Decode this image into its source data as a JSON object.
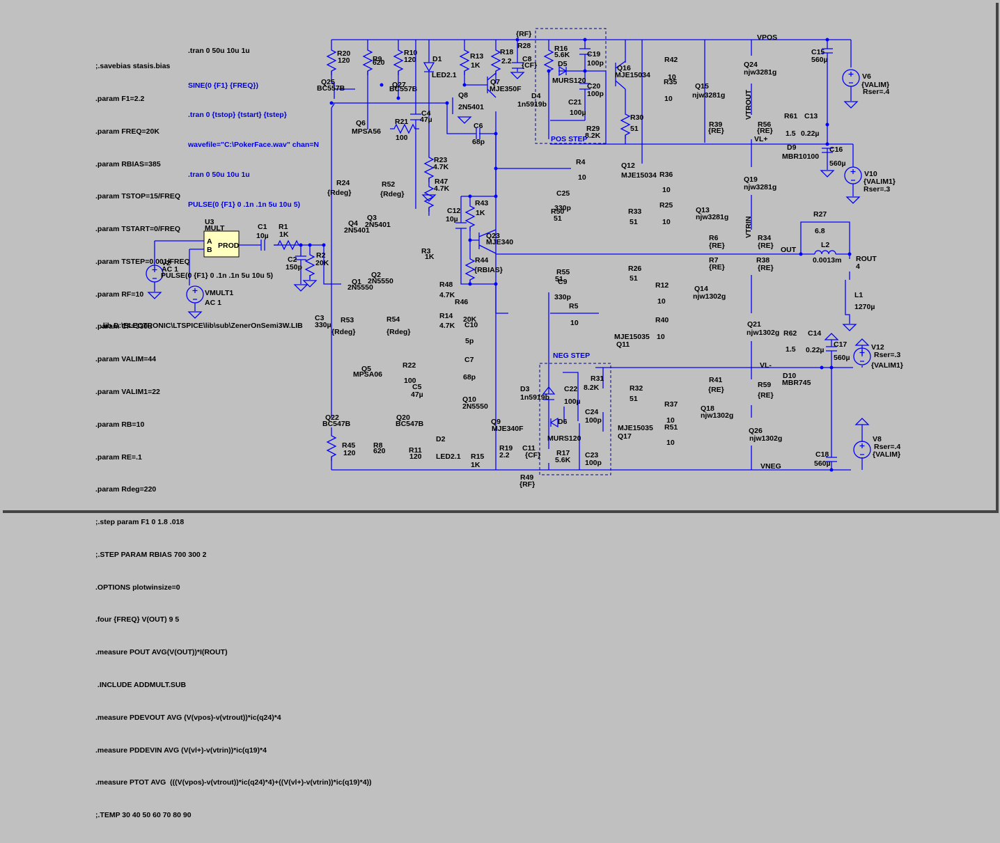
{
  "app": "LTspice schematic editor",
  "directives": [
    ";.savebias stasis.bias",
    ".param F1=2.2",
    ".param FREQ=20K",
    ".param RBIAS=385",
    ".param TSTOP=15/FREQ",
    ".param TSTART=0/FREQ",
    ".param TSTEP=0.001/FREQ",
    ".param RF=10",
    ".param CF=330u",
    ".param VALIM=44",
    ".param VALIM1=22",
    ".param RB=10",
    ".param RE=.1",
    ".param Rdeg=220",
    ";.step param F1 0 1.8 .018",
    ";.STEP PARAM RBIAS 700 300 2",
    ".OPTIONS plotwinsize=0",
    ".four {FREQ} V(OUT) 9 5",
    ".measure POUT AVG(V(OUT))*I(ROUT)",
    " .INCLUDE ADDMULT.SUB",
    ".measure PDEVOUT AVG (V(vpos)-v(vtrout))*ic(q24)*4",
    ".measure PDDEVIN AVG (V(vl+)-v(vtrin))*ic(q19)*4",
    ".measure PTOT AVG  (((V(vpos)-v(vtrout))*ic(q24)*4)+((V(vl+)-v(vtrin))*ic(q19)*4))",
    ";.TEMP 30 40 50 60 70 80 90"
  ],
  "tran_directive": ".tran 0 50u 10u 1u",
  "comments": [
    "SINE(0 {F1} {FREQ})",
    ".tran 0 {tstop} {tstart} {tstep}",
    "wavefile=\"C:\\PokerFace.wav\" chan=N",
    ".tran 0 50u 10u 1u",
    "PULSE(0 {F1} 0 .1n .1n 5u 10u 5)"
  ],
  "lib_directive": ".lib D:\\ELECTRONIC\\LTSPICE\\lib\\sub\\ZenerOnSemi3W.LIB",
  "regions": {
    "pos_step": "POS STEP",
    "neg_step": "NEG STEP"
  },
  "nets": {
    "vpos": "VPOS",
    "vneg": "VNEG",
    "vlplus": "VL+",
    "vlminus": "VL-",
    "vtrout": "VTROUT",
    "vtrin": "VTRIN",
    "out": "OUT"
  },
  "multiplier": {
    "ref": "U3",
    "model": "MULT",
    "pin_a": "A",
    "pin_b": "B",
    "output": "PROD"
  },
  "sources": {
    "V2": {
      "ref": "V2",
      "value": "AC 1",
      "spec": "PULSE(0 {F1} 0 .1n .1n 5u 10u 5)"
    },
    "VMULT1": {
      "ref": "VMULT1",
      "value": "AC 1"
    },
    "V6": {
      "ref": "V6",
      "value": "{VALIM}",
      "rser": "Rser=.4"
    },
    "V10": {
      "ref": "V10",
      "value": "{VALIM1}",
      "rser": "Rser=.3"
    },
    "V12": {
      "ref": "V12",
      "value": "{VALIM1}",
      "rser": "Rser=.3"
    },
    "V8": {
      "ref": "V8",
      "value": "{VALIM}",
      "rser": "Rser=.4"
    }
  },
  "resistors": {
    "R1": {
      "ref": "R1",
      "value": "1K"
    },
    "R2": {
      "ref": "R2",
      "value": "20K"
    },
    "R3": {
      "ref": "R3",
      "value": "1K"
    },
    "R4": {
      "ref": "R4",
      "value": "10"
    },
    "R5": {
      "ref": "R5",
      "value": "10"
    },
    "R6": {
      "ref": "R6",
      "value": "{RE}"
    },
    "R7": {
      "ref": "R7",
      "value": "{RE}"
    },
    "R8": {
      "ref": "R8",
      "value": "620"
    },
    "R9": {
      "ref": "R9",
      "value": "620"
    },
    "R10": {
      "ref": "R10",
      "value": "120"
    },
    "R11": {
      "ref": "R11",
      "value": "120"
    },
    "R12": {
      "ref": "R12",
      "value": "10"
    },
    "R13": {
      "ref": "R13",
      "value": "1K"
    },
    "R14": {
      "ref": "R14",
      "value": "4.7K"
    },
    "R15": {
      "ref": "R15",
      "value": "1K"
    },
    "R16": {
      "ref": "R16",
      "value": "5.6K"
    },
    "R17": {
      "ref": "R17",
      "value": "5.6K"
    },
    "R18": {
      "ref": "R18",
      "value": "2.2"
    },
    "R19": {
      "ref": "R19",
      "value": "2.2"
    },
    "R20": {
      "ref": "R20",
      "value": "120"
    },
    "R21": {
      "ref": "R21",
      "value": "100"
    },
    "R22": {
      "ref": "R22",
      "value": "100"
    },
    "R23": {
      "ref": "R23",
      "value": "4.7K"
    },
    "R24": {
      "ref": "R24",
      "value": "{Rdeg}"
    },
    "R25": {
      "ref": "R25",
      "value": "10"
    },
    "R26": {
      "ref": "R26",
      "value": "51"
    },
    "R27": {
      "ref": "R27",
      "value": "6.8"
    },
    "R28": {
      "ref": "R28",
      "value": "{RF}"
    },
    "R29": {
      "ref": "R29",
      "value": "8.2K"
    },
    "R30": {
      "ref": "R30",
      "value": "51"
    },
    "R31": {
      "ref": "R31",
      "value": "8.2K"
    },
    "R32": {
      "ref": "R32",
      "value": "51"
    },
    "R33": {
      "ref": "R33",
      "value": "51"
    },
    "R34": {
      "ref": "R34",
      "value": "{RE}"
    },
    "R35": {
      "ref": "R35",
      "value": "10"
    },
    "R36": {
      "ref": "R36",
      "value": "10"
    },
    "R37": {
      "ref": "R37",
      "value": "10"
    },
    "R38": {
      "ref": "R38",
      "value": "{RE}"
    },
    "R39": {
      "ref": "R39",
      "value": "{RE}"
    },
    "R40": {
      "ref": "R40",
      "value": "10"
    },
    "R41": {
      "ref": "R41",
      "value": "{RE}"
    },
    "R42": {
      "ref": "R42",
      "value": "10"
    },
    "R43": {
      "ref": "R43",
      "value": "1K"
    },
    "R44": {
      "ref": "R44",
      "value": "{RBIAS}"
    },
    "R45": {
      "ref": "R45",
      "value": "120"
    },
    "R46": {
      "ref": "R46",
      "value": "20K"
    },
    "R47": {
      "ref": "R47",
      "value": "4.7K"
    },
    "R48": {
      "ref": "R48",
      "value": "4.7K"
    },
    "R49": {
      "ref": "R49",
      "value": "{RF}"
    },
    "R50": {
      "ref": "R50",
      "value": "51"
    },
    "R51": {
      "ref": "R51",
      "value": "10"
    },
    "R52": {
      "ref": "R52",
      "value": "{Rdeg}"
    },
    "R53": {
      "ref": "R53",
      "value": "{Rdeg}"
    },
    "R54": {
      "ref": "R54",
      "value": "{Rdeg}"
    },
    "R55": {
      "ref": "R55",
      "value": "51"
    },
    "R56": {
      "ref": "R56",
      "value": "{RE}"
    },
    "R59": {
      "ref": "R59",
      "value": "{RE}"
    },
    "R61": {
      "ref": "R61",
      "value": "1.5"
    },
    "R62": {
      "ref": "R62",
      "value": "1.5"
    },
    "ROUT": {
      "ref": "ROUT",
      "value": "4"
    }
  },
  "capacitors": {
    "C1": {
      "ref": "C1",
      "value": "10µ"
    },
    "C2": {
      "ref": "C2",
      "value": "150p"
    },
    "C3": {
      "ref": "C3",
      "value": "330µ"
    },
    "C4": {
      "ref": "C4",
      "value": "47µ"
    },
    "C5": {
      "ref": "C5",
      "value": "47µ"
    },
    "C6": {
      "ref": "C6",
      "value": "68p"
    },
    "C7": {
      "ref": "C7",
      "value": "68p"
    },
    "C8": {
      "ref": "C8",
      "value": "{CF}"
    },
    "C9": {
      "ref": "C9",
      "value": "330p"
    },
    "C10": {
      "ref": "C10",
      "value": "5p"
    },
    "C11": {
      "ref": "C11",
      "value": "{CF}"
    },
    "C12": {
      "ref": "C12",
      "value": "10µ"
    },
    "C13": {
      "ref": "C13",
      "value": "0.22µ"
    },
    "C14": {
      "ref": "C14",
      "value": "0.22µ"
    },
    "C15": {
      "ref": "C15",
      "value": "560µ"
    },
    "C16": {
      "ref": "C16",
      "value": "560µ"
    },
    "C17": {
      "ref": "C17",
      "value": "560µ"
    },
    "C18": {
      "ref": "C18",
      "value": "560µ"
    },
    "C19": {
      "ref": "C19",
      "value": "100p"
    },
    "C20": {
      "ref": "C20",
      "value": "100p"
    },
    "C21": {
      "ref": "C21",
      "value": "100µ"
    },
    "C22": {
      "ref": "C22",
      "value": "100µ"
    },
    "C23": {
      "ref": "C23",
      "value": "100p"
    },
    "C24": {
      "ref": "C24",
      "value": "100p"
    },
    "C25": {
      "ref": "C25",
      "value": "330p"
    }
  },
  "inductors": {
    "L1": {
      "ref": "L1",
      "value": "1270µ"
    },
    "L2": {
      "ref": "L2",
      "value": "0.0013m"
    }
  },
  "diodes": {
    "D1": {
      "ref": "D1",
      "value": "LED2.1"
    },
    "D2": {
      "ref": "D2",
      "value": "LED2.1"
    },
    "D3": {
      "ref": "D3",
      "value": "1n5919b"
    },
    "D4": {
      "ref": "D4",
      "value": "1n5919b"
    },
    "D5": {
      "ref": "D5",
      "value": "MURS120"
    },
    "D6": {
      "ref": "D6",
      "value": "MURS120"
    },
    "D9": {
      "ref": "D9",
      "value": "MBR10100"
    },
    "D10": {
      "ref": "D10",
      "value": "MBR745"
    }
  },
  "transistors": {
    "Q1": {
      "ref": "Q1",
      "value": "2N5550"
    },
    "Q2": {
      "ref": "Q2",
      "value": "2N5550"
    },
    "Q3": {
      "ref": "Q3",
      "value": "2N5401"
    },
    "Q4": {
      "ref": "Q4",
      "value": "2N5401"
    },
    "Q5": {
      "ref": "Q5",
      "value": "MPSA06"
    },
    "Q6": {
      "ref": "Q6",
      "value": "MPSA56"
    },
    "Q7": {
      "ref": "Q7",
      "value": "MJE350F"
    },
    "Q8": {
      "ref": "Q8",
      "value": "2N5401"
    },
    "Q9": {
      "ref": "Q9",
      "value": "MJE340F"
    },
    "Q10": {
      "ref": "Q10",
      "value": "2N5550"
    },
    "Q11": {
      "ref": "Q11",
      "value": "MJE15035"
    },
    "Q12": {
      "ref": "Q12",
      "value": "MJE15034"
    },
    "Q13": {
      "ref": "Q13",
      "value": "njw3281g"
    },
    "Q14": {
      "ref": "Q14",
      "value": "njw1302g"
    },
    "Q15": {
      "ref": "Q15",
      "value": "njw3281g"
    },
    "Q16": {
      "ref": "Q16",
      "value": "MJE15034"
    },
    "Q17": {
      "ref": "Q17",
      "value": "MJE15035"
    },
    "Q18": {
      "ref": "Q18",
      "value": "njw1302g"
    },
    "Q19": {
      "ref": "Q19",
      "value": "njw3281g"
    },
    "Q20": {
      "ref": "Q20",
      "value": "BC547B"
    },
    "Q21": {
      "ref": "Q21",
      "value": "njw1302g"
    },
    "Q22": {
      "ref": "Q22",
      "value": "BC547B"
    },
    "Q23": {
      "ref": "Q23",
      "value": "MJE340"
    },
    "Q24": {
      "ref": "Q24",
      "value": "njw3281g"
    },
    "Q25": {
      "ref": "Q25",
      "value": "BC557B"
    },
    "Q26": {
      "ref": "Q26",
      "value": "njw1302g"
    },
    "Q27": {
      "ref": "Q27",
      "value": "BC557B"
    }
  }
}
